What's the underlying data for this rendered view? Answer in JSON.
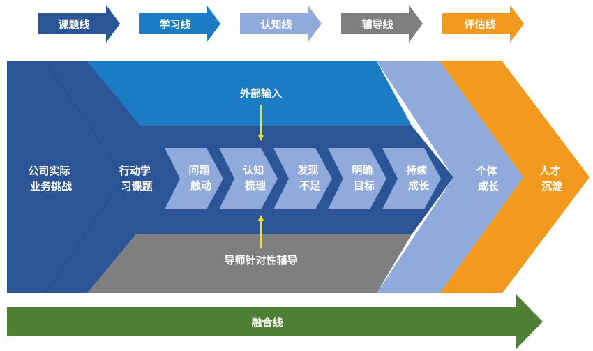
{
  "legend": {
    "items": [
      {
        "label": "课题线",
        "color": "#2B5597"
      },
      {
        "label": "学习线",
        "color": "#1B7CC4"
      },
      {
        "label": "认知线",
        "color": "#8FAADB"
      },
      {
        "label": "辅导线",
        "color": "#7F7F7F"
      },
      {
        "label": "评估线",
        "color": "#F39A1E"
      }
    ]
  },
  "diagram": {
    "challenge": [
      "公司实际",
      "业务挑战"
    ],
    "project": [
      "行动学",
      "习课题"
    ],
    "external_input": "外部输入",
    "steps": [
      [
        "问题",
        "触动"
      ],
      [
        "认知",
        "梳理"
      ],
      [
        "发现",
        "不足"
      ],
      [
        "明确",
        "目标"
      ],
      [
        "持续",
        "成长"
      ]
    ],
    "mentor": "导师针对性辅导",
    "personal_growth": [
      "个体",
      "成长"
    ],
    "talent": [
      "人才",
      "沉淀"
    ],
    "fusion": "融合线"
  },
  "colors": {
    "dark_blue": "#2B5597",
    "mid_blue": "#1B7CC4",
    "light_blue": "#8FAADB",
    "gray": "#7F7F7F",
    "orange": "#F39A1E",
    "green": "#4E7F34",
    "yellow": "#F2E500"
  }
}
